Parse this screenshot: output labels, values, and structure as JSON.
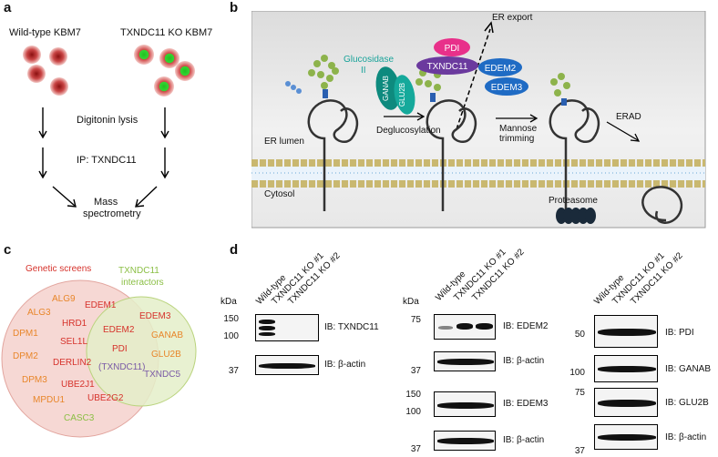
{
  "panels": {
    "a": "a",
    "b": "b",
    "c": "c",
    "d": "d"
  },
  "panel_a": {
    "wildtype": "Wild-type KBM7",
    "ko": "TXNDC11 KO KBM7",
    "lysis": "Digitonin lysis",
    "ip": "IP: TXNDC11",
    "mass1": "Mass",
    "mass2": "spectrometry"
  },
  "panel_b": {
    "glucosidase1": "Glucosidase",
    "glucosidase2": "II",
    "ganab": "GANAB",
    "glu2b": "GLU2B",
    "pdi": "PDI",
    "txndc11": "TXNDC11",
    "edem2": "EDEM2",
    "edem3": "EDEM3",
    "er_export": "ER export",
    "er_lumen": "ER lumen",
    "deglucosylation": "Deglucosylation",
    "mannose1": "Mannose",
    "mannose2": "trimming",
    "erad": "ERAD",
    "cytosol": "Cytosol",
    "proteasome": "Proteasome"
  },
  "panel_c": {
    "genetic": "Genetic screens",
    "interactors1": "TXNDC11",
    "interactors2": "interactors",
    "red": [
      "EDEM1",
      "HRD1",
      "SEL1L",
      "DERLIN2",
      "UBE2J1",
      "UBE2G2",
      "EDEM2",
      "EDEM3"
    ],
    "orange": [
      "ALG9",
      "ALG3",
      "DPM1",
      "DPM2",
      "DPM3",
      "MPDU1",
      "PDI",
      "GANAB",
      "GLU2B"
    ],
    "purple": [
      "(TXNDC11)",
      "TXNDC5"
    ],
    "green": [
      "CASC3"
    ]
  },
  "panel_d": {
    "kda": "kDa",
    "lanes": [
      "Wild-type",
      "TXNDC11 KO #1",
      "TXNDC11 KO #2"
    ],
    "blot1": {
      "ib1": "IB: TXNDC11",
      "ib2": "IB: β-actin",
      "m150": "150",
      "m100": "100",
      "m37": "37"
    },
    "blot2": {
      "ib1": "IB: EDEM2",
      "ib2": "IB: β-actin",
      "ib3": "IB: EDEM3",
      "ib4": "IB: β-actin",
      "m75": "75",
      "m37a": "37",
      "m150": "150",
      "m100": "100",
      "m37b": "37"
    },
    "blot3": {
      "ib1": "IB: PDI",
      "ib2": "IB: GANAB",
      "ib3": "IB: GLU2B",
      "ib4": "IB: β-actin",
      "m50": "50",
      "m100": "100",
      "m75": "75",
      "m37": "37"
    }
  },
  "colors": {
    "red": "#d6322b",
    "orange": "#e8862a",
    "purple": "#7a5aa6",
    "green": "#8bbf45",
    "teal": "#1aa39a"
  }
}
